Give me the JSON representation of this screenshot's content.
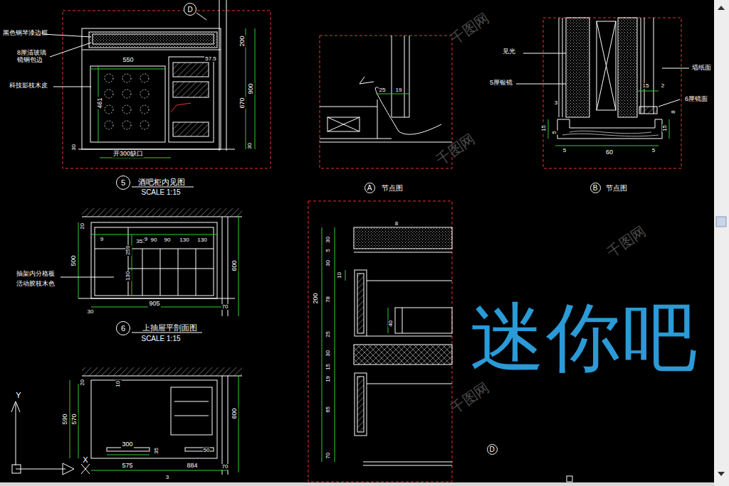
{
  "diagram": {
    "nodes": [
      {
        "text": [
          "D"
        ]
      },
      {
        "text": [
          "5"
        ]
      },
      {
        "text": [
          "6"
        ]
      },
      {
        "text": [
          "A"
        ]
      },
      {
        "text": [
          "B"
        ]
      },
      {
        "text": [
          "D"
        ]
      }
    ],
    "labels": [
      "黑色钢琴漆边框",
      "8厘清玻璃 镜钢包边",
      "科技影枝木皮",
      "550",
      "57.5",
      "461",
      "200",
      "670",
      "900",
      "30",
      "30",
      "开300缺口",
      "酒吧柜内见图",
      "SCALE 1:15",
      "25",
      "19",
      "节点图",
      "见光",
      "5厘银镜",
      "墙纸面",
      "6厘镜面",
      "15",
      "2",
      "3",
      "8",
      "15",
      "5",
      "15",
      "5",
      "60",
      "5",
      "节点图",
      "20",
      "9",
      "357",
      "9",
      "90",
      "90",
      "130",
      "130",
      "259",
      "130",
      "500",
      "600",
      "抽架内分格板",
      "活动胶枝木色",
      "905",
      "30",
      "70",
      "上抽屉平剖面图",
      "SCALE 1:15",
      "20",
      "10",
      "590",
      "570",
      "600",
      "300",
      "35",
      "50",
      "575",
      "884",
      "3",
      "70",
      "30",
      "5",
      "30",
      "10",
      "200",
      "78",
      "25",
      "30",
      "15",
      "19",
      "65",
      "70",
      "8",
      "40",
      "迷你吧",
      "Y",
      "X",
      "千图网",
      "千图网",
      "千图网",
      "千图网"
    ]
  }
}
